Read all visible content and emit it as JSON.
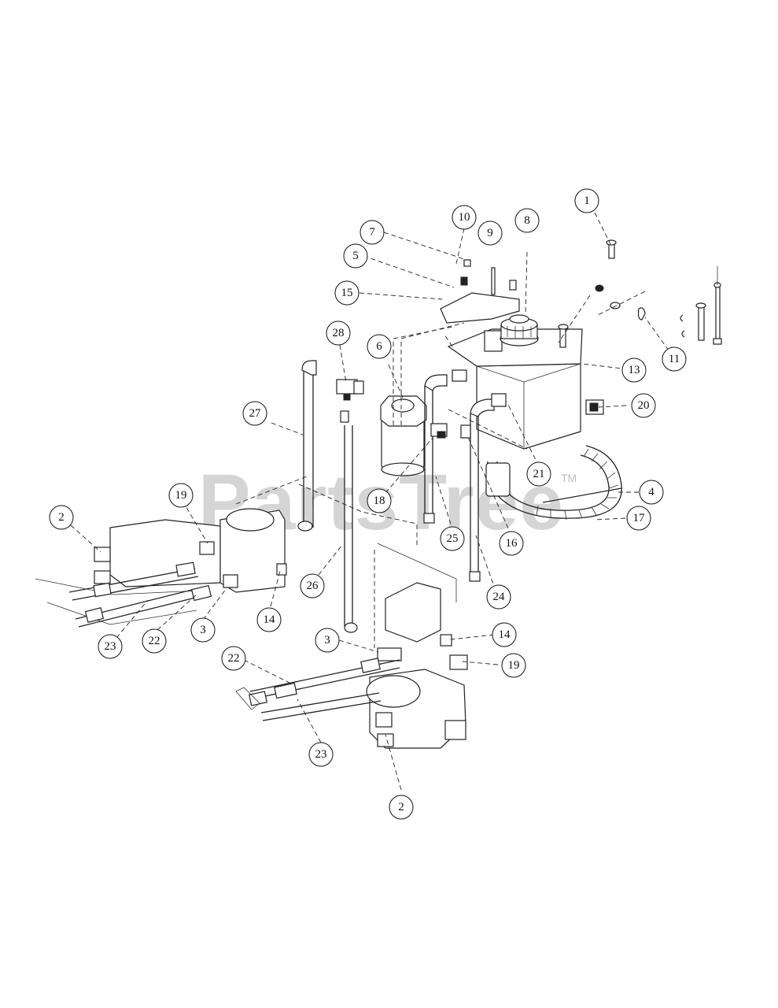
{
  "watermark": {
    "text": "PartsTree",
    "tm": "TM"
  },
  "callouts": [
    "1",
    "2",
    "3",
    "4",
    "5",
    "6",
    "7",
    "8",
    "9",
    "10",
    "11",
    "13",
    "14",
    "15",
    "16",
    "17",
    "18",
    "19",
    "20",
    "21",
    "22",
    "23",
    "24",
    "25",
    "26",
    "27",
    "28"
  ]
}
